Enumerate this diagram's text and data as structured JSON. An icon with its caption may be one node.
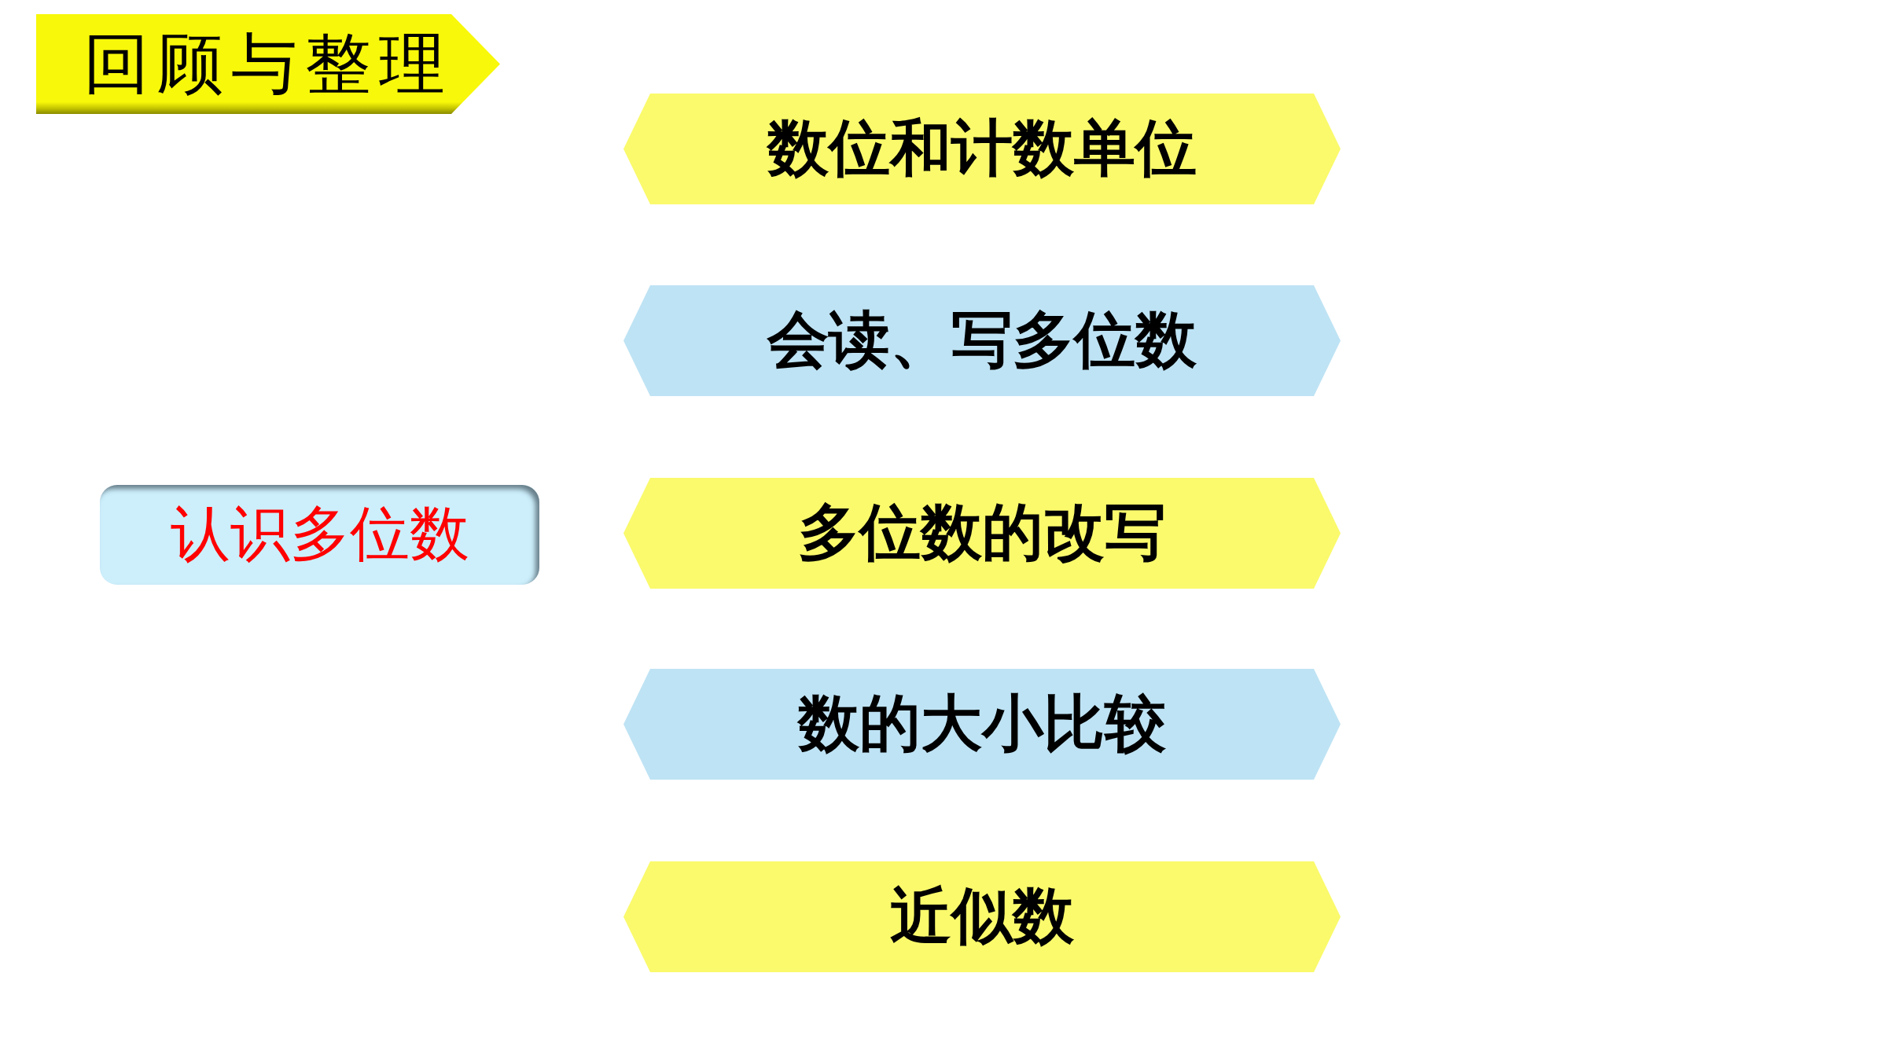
{
  "diagram": {
    "title": "回顾与整理",
    "nodes": [
      {
        "text": [
          "认识多位数"
        ]
      },
      {
        "text": [
          "数位和计数单位"
        ]
      },
      {
        "text": [
          "会读、写多位数"
        ]
      },
      {
        "text": [
          "多位数的改写"
        ]
      },
      {
        "text": [
          "数的大小比较"
        ]
      },
      {
        "text": [
          "近似数"
        ]
      }
    ]
  }
}
